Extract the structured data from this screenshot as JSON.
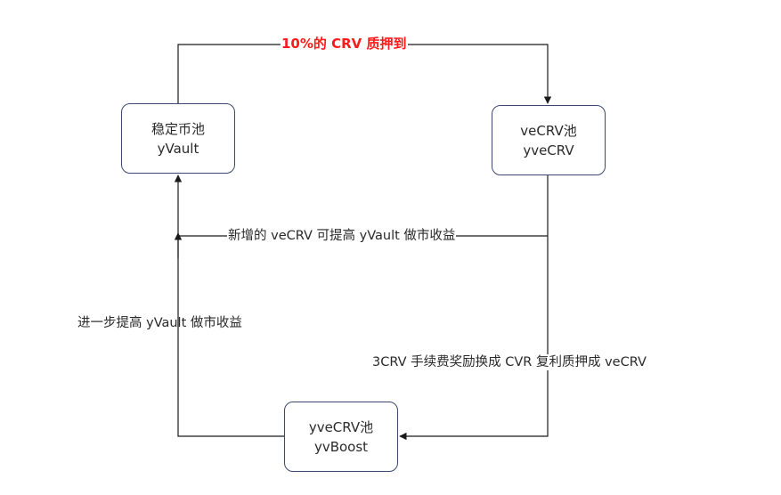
{
  "nodes": {
    "stable_pool": {
      "line1": "稳定币池",
      "line2": "yVault"
    },
    "vecrv_pool": {
      "line1": "veCRV池",
      "line2": "yveCRV"
    },
    "yvecrv_pool": {
      "line1": "yveCRV池",
      "line2": "yvBoost"
    }
  },
  "edges": {
    "top": "10%的 CRV 质押到",
    "middle": "新增的 veCRV 可提高 yVault 做市收益",
    "left": "进一步提高 yVault 做市收益",
    "right": "3CRV 手续费奖励换成 CVR 复利质押成 veCRV"
  },
  "colors": {
    "edge_line": "#1a1a1a",
    "node_border": "#3d4870",
    "highlight_text": "#ff1a1a"
  }
}
